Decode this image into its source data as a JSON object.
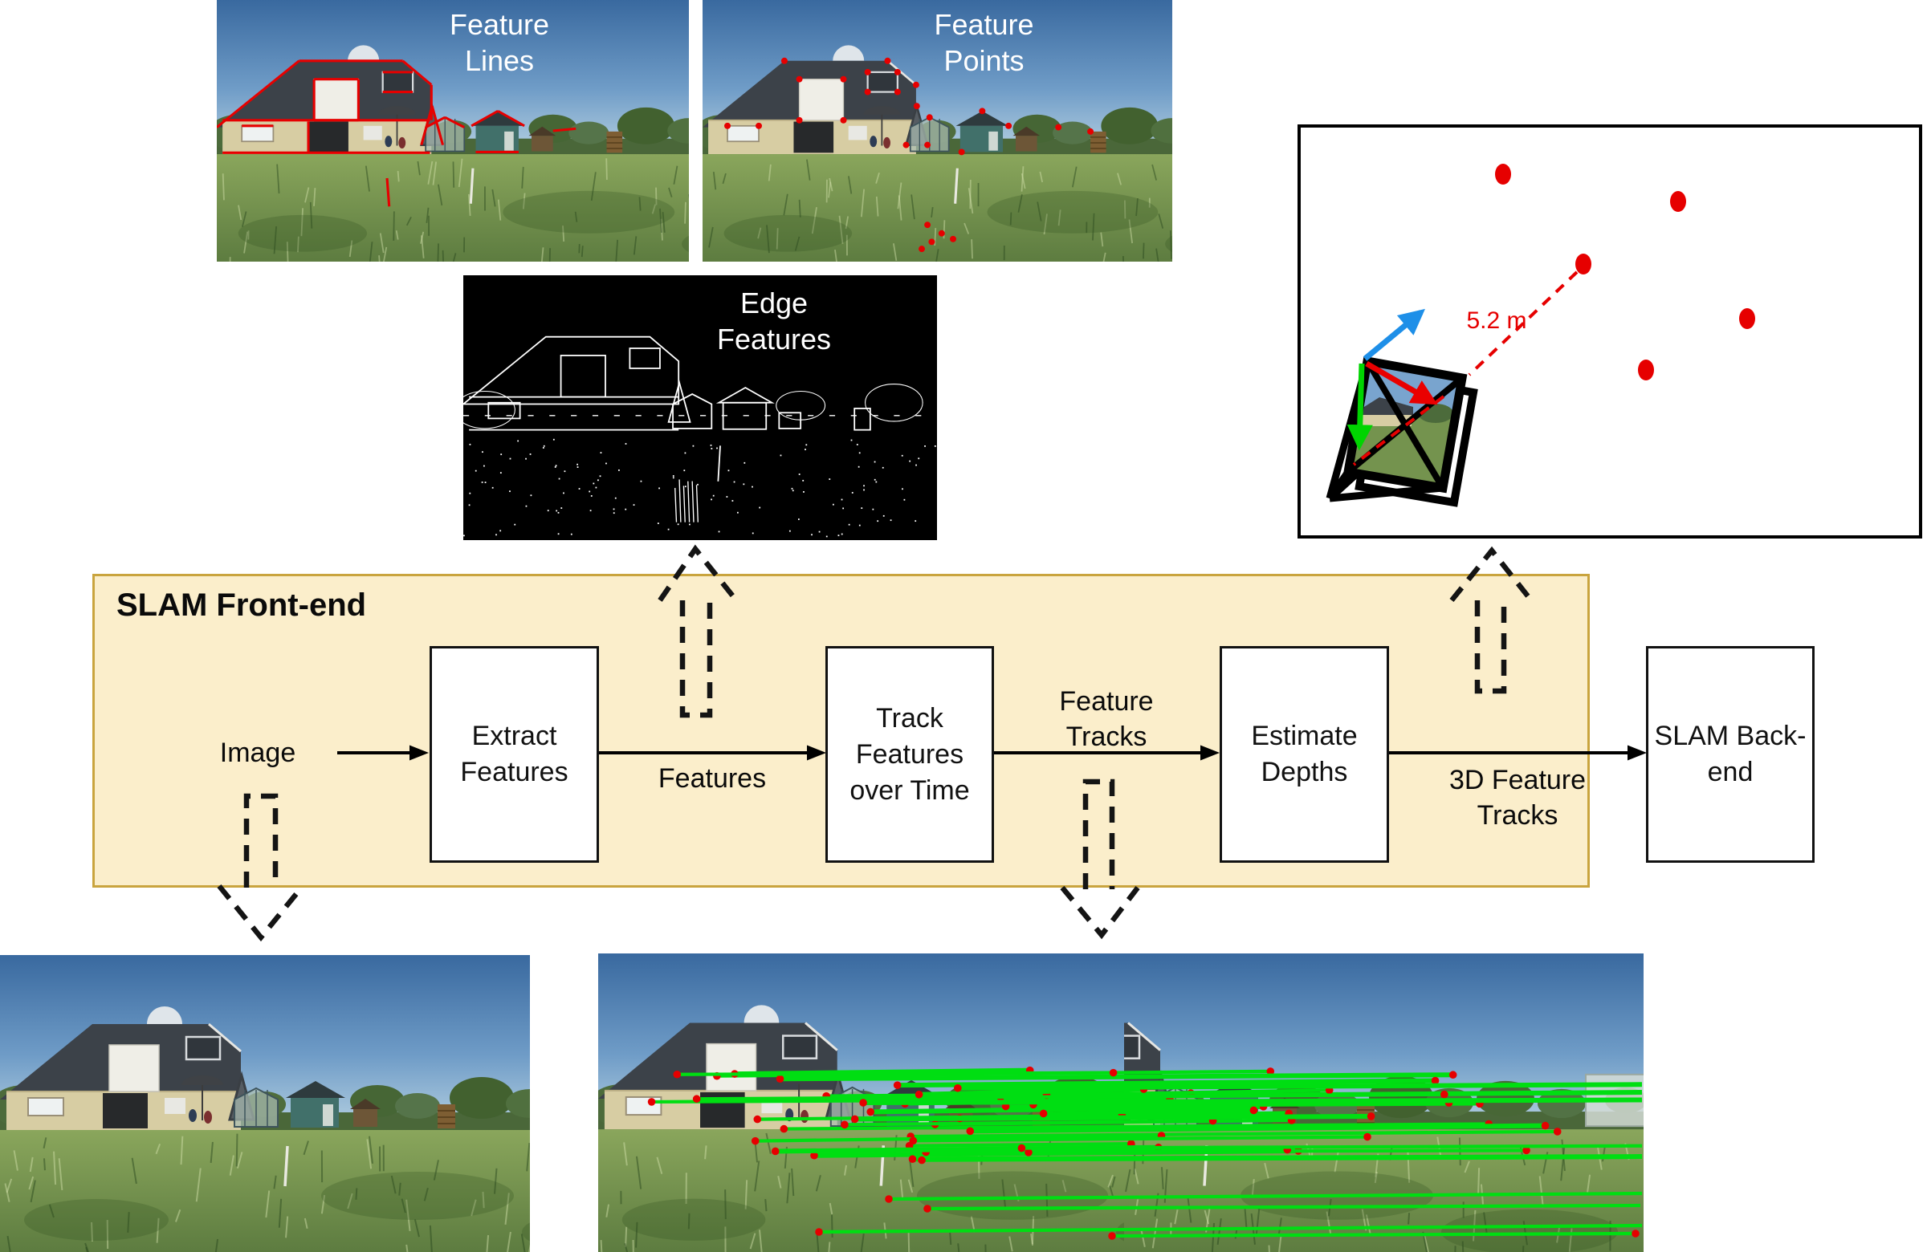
{
  "panels": {
    "feature_lines_label": "Feature Lines",
    "feature_points_label": "Feature Points",
    "edge_features_label": "Edge Features"
  },
  "map": {
    "distance_label": "5.2 m"
  },
  "frontend": {
    "title": "SLAM Front-end",
    "image_label": "Image",
    "extract_label": "Extract Features",
    "track_label": "Track Features over Time",
    "estimate_label": "Estimate Depths",
    "backend_label": "SLAM Back-end",
    "features_label": "Features",
    "feature_tracks_label": "Feature Tracks",
    "tracks3d_label": "3D Feature Tracks"
  },
  "colors": {
    "frontend_fill": "#FBEECB",
    "frontend_border": "#C9A43E",
    "feature_red": "#E60000",
    "track_green": "#00DE12",
    "axis_blue": "#1E8FE8",
    "axis_red": "#EA0000",
    "axis_green": "#00D400",
    "arrow_black": "#111111"
  }
}
